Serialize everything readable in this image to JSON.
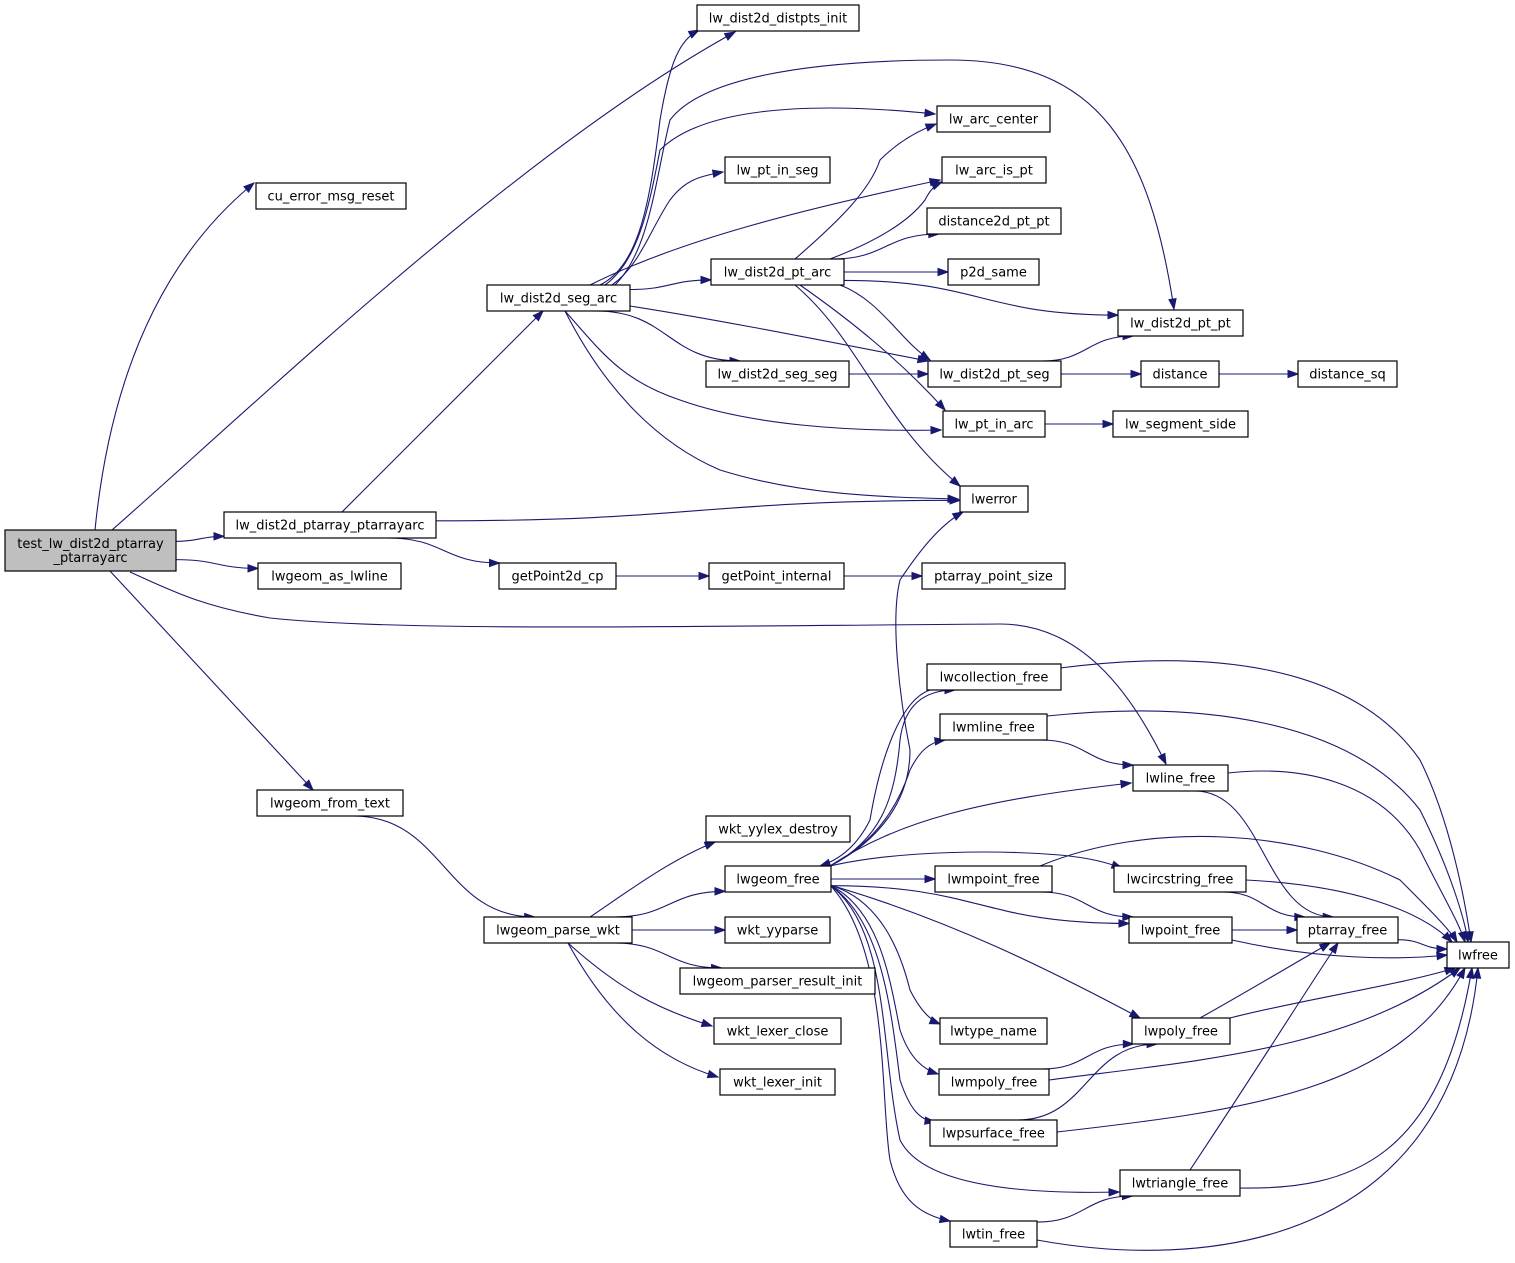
{
  "diagram": {
    "edge_color": "#191970",
    "root_fill": "#bfbfbf",
    "nodes": {
      "root": {
        "lines": [
          "test_lw_dist2d_ptarray",
          "_ptarrayarc"
        ]
      },
      "cu_error_msg_reset": {
        "lines": [
          "cu_error_msg_reset"
        ]
      },
      "lw_dist2d_distpts_init": {
        "lines": [
          "lw_dist2d_distpts_init"
        ]
      },
      "lw_dist2d_ptarray_ptarrayarc": {
        "lines": [
          "lw_dist2d_ptarray_ptarrayarc"
        ]
      },
      "lwgeom_as_lwline": {
        "lines": [
          "lwgeom_as_lwline"
        ]
      },
      "lwgeom_from_text": {
        "lines": [
          "lwgeom_from_text"
        ]
      },
      "lwline_free": {
        "lines": [
          "lwline_free"
        ]
      },
      "lw_dist2d_seg_arc": {
        "lines": [
          "lw_dist2d_seg_arc"
        ]
      },
      "lwerror": {
        "lines": [
          "lwerror"
        ]
      },
      "getPoint2d_cp": {
        "lines": [
          "getPoint2d_cp"
        ]
      },
      "lw_arc_center": {
        "lines": [
          "lw_arc_center"
        ]
      },
      "lw_pt_in_seg": {
        "lines": [
          "lw_pt_in_seg"
        ]
      },
      "lw_arc_is_pt": {
        "lines": [
          "lw_arc_is_pt"
        ]
      },
      "lw_dist2d_pt_arc": {
        "lines": [
          "lw_dist2d_pt_arc"
        ]
      },
      "distance2d_pt_pt": {
        "lines": [
          "distance2d_pt_pt"
        ]
      },
      "p2d_same": {
        "lines": [
          "p2d_same"
        ]
      },
      "lw_dist2d_pt_pt": {
        "lines": [
          "lw_dist2d_pt_pt"
        ]
      },
      "lw_dist2d_seg_seg": {
        "lines": [
          "lw_dist2d_seg_seg"
        ]
      },
      "lw_dist2d_pt_seg": {
        "lines": [
          "lw_dist2d_pt_seg"
        ]
      },
      "distance": {
        "lines": [
          "distance"
        ]
      },
      "distance_sq": {
        "lines": [
          "distance_sq"
        ]
      },
      "lw_pt_in_arc": {
        "lines": [
          "lw_pt_in_arc"
        ]
      },
      "lw_segment_side": {
        "lines": [
          "lw_segment_side"
        ]
      },
      "getPoint_internal": {
        "lines": [
          "getPoint_internal"
        ]
      },
      "ptarray_point_size": {
        "lines": [
          "ptarray_point_size"
        ]
      },
      "lwcollection_free": {
        "lines": [
          "lwcollection_free"
        ]
      },
      "lwmline_free": {
        "lines": [
          "lwmline_free"
        ]
      },
      "wkt_yylex_destroy": {
        "lines": [
          "wkt_yylex_destroy"
        ]
      },
      "lwgeom_free": {
        "lines": [
          "lwgeom_free"
        ]
      },
      "lwmpoint_free": {
        "lines": [
          "lwmpoint_free"
        ]
      },
      "lwcircstring_free": {
        "lines": [
          "lwcircstring_free"
        ]
      },
      "lwgeom_parse_wkt": {
        "lines": [
          "lwgeom_parse_wkt"
        ]
      },
      "wkt_yyparse": {
        "lines": [
          "wkt_yyparse"
        ]
      },
      "lwpoint_free": {
        "lines": [
          "lwpoint_free"
        ]
      },
      "ptarray_free": {
        "lines": [
          "ptarray_free"
        ]
      },
      "lwfree": {
        "lines": [
          "lwfree"
        ]
      },
      "lwgeom_parser_result_init": {
        "lines": [
          "lwgeom_parser_result_init"
        ]
      },
      "wkt_lexer_close": {
        "lines": [
          "wkt_lexer_close"
        ]
      },
      "lwtype_name": {
        "lines": [
          "lwtype_name"
        ]
      },
      "lwpoly_free": {
        "lines": [
          "lwpoly_free"
        ]
      },
      "wkt_lexer_init": {
        "lines": [
          "wkt_lexer_init"
        ]
      },
      "lwmpoly_free": {
        "lines": [
          "lwmpoly_free"
        ]
      },
      "lwpsurface_free": {
        "lines": [
          "lwpsurface_free"
        ]
      },
      "lwtriangle_free": {
        "lines": [
          "lwtriangle_free"
        ]
      },
      "lwtin_free": {
        "lines": [
          "lwtin_free"
        ]
      }
    },
    "edges": [
      [
        "root",
        "cu_error_msg_reset"
      ],
      [
        "root",
        "lw_dist2d_distpts_init"
      ],
      [
        "root",
        "lw_dist2d_ptarray_ptarrayarc"
      ],
      [
        "root",
        "lwgeom_as_lwline"
      ],
      [
        "root",
        "lwgeom_from_text"
      ],
      [
        "root",
        "lwline_free"
      ],
      [
        "lw_dist2d_ptarray_ptarrayarc",
        "lw_dist2d_seg_arc"
      ],
      [
        "lw_dist2d_ptarray_ptarrayarc",
        "lwerror"
      ],
      [
        "lw_dist2d_ptarray_ptarrayarc",
        "getPoint2d_cp"
      ],
      [
        "lw_dist2d_seg_arc",
        "lw_dist2d_distpts_init"
      ],
      [
        "lw_dist2d_seg_arc",
        "lw_arc_center"
      ],
      [
        "lw_dist2d_seg_arc",
        "lw_pt_in_seg"
      ],
      [
        "lw_dist2d_seg_arc",
        "lw_arc_is_pt"
      ],
      [
        "lw_dist2d_seg_arc",
        "lw_dist2d_pt_arc"
      ],
      [
        "lw_dist2d_seg_arc",
        "lw_dist2d_pt_pt"
      ],
      [
        "lw_dist2d_seg_arc",
        "lw_dist2d_seg_seg"
      ],
      [
        "lw_dist2d_seg_arc",
        "lw_dist2d_pt_seg"
      ],
      [
        "lw_dist2d_seg_arc",
        "lw_pt_in_arc"
      ],
      [
        "lw_dist2d_seg_arc",
        "lwerror"
      ],
      [
        "lw_dist2d_pt_arc",
        "lw_arc_center"
      ],
      [
        "lw_dist2d_pt_arc",
        "lw_arc_is_pt"
      ],
      [
        "lw_dist2d_pt_arc",
        "distance2d_pt_pt"
      ],
      [
        "lw_dist2d_pt_arc",
        "p2d_same"
      ],
      [
        "lw_dist2d_pt_arc",
        "lw_dist2d_pt_pt"
      ],
      [
        "lw_dist2d_pt_arc",
        "lw_dist2d_pt_seg"
      ],
      [
        "lw_dist2d_pt_arc",
        "lw_pt_in_arc"
      ],
      [
        "lw_dist2d_pt_arc",
        "lwerror"
      ],
      [
        "lw_dist2d_seg_seg",
        "lw_dist2d_pt_seg"
      ],
      [
        "lw_dist2d_pt_seg",
        "lw_dist2d_pt_pt"
      ],
      [
        "lw_dist2d_pt_seg",
        "distance"
      ],
      [
        "distance",
        "distance_sq"
      ],
      [
        "lw_pt_in_arc",
        "lw_segment_side"
      ],
      [
        "getPoint2d_cp",
        "getPoint_internal"
      ],
      [
        "getPoint_internal",
        "ptarray_point_size"
      ],
      [
        "lwgeom_from_text",
        "lwgeom_parse_wkt"
      ],
      [
        "lwgeom_parse_wkt",
        "wkt_yylex_destroy"
      ],
      [
        "lwgeom_parse_wkt",
        "lwgeom_free"
      ],
      [
        "lwgeom_parse_wkt",
        "wkt_yyparse"
      ],
      [
        "lwgeom_parse_wkt",
        "lwgeom_parser_result_init"
      ],
      [
        "lwgeom_parse_wkt",
        "wkt_lexer_close"
      ],
      [
        "lwgeom_parse_wkt",
        "wkt_lexer_init"
      ],
      [
        "lwgeom_free",
        "lwerror"
      ],
      [
        "lwgeom_free",
        "lwcollection_free"
      ],
      [
        "lwgeom_free",
        "lwmline_free"
      ],
      [
        "lwgeom_free",
        "lwline_free"
      ],
      [
        "lwgeom_free",
        "lwcircstring_free"
      ],
      [
        "lwgeom_free",
        "lwmpoint_free"
      ],
      [
        "lwgeom_free",
        "lwpoint_free"
      ],
      [
        "lwgeom_free",
        "lwpoly_free"
      ],
      [
        "lwgeom_free",
        "lwtype_name"
      ],
      [
        "lwgeom_free",
        "lwmpoly_free"
      ],
      [
        "lwgeom_free",
        "lwpsurface_free"
      ],
      [
        "lwgeom_free",
        "lwtriangle_free"
      ],
      [
        "lwgeom_free",
        "lwtin_free"
      ],
      [
        "lwcollection_free",
        "lwgeom_free"
      ],
      [
        "lwcollection_free",
        "lwfree"
      ],
      [
        "lwmline_free",
        "lwline_free"
      ],
      [
        "lwmline_free",
        "lwfree"
      ],
      [
        "lwline_free",
        "ptarray_free"
      ],
      [
        "lwline_free",
        "lwfree"
      ],
      [
        "lwmpoint_free",
        "lwpoint_free"
      ],
      [
        "lwmpoint_free",
        "lwfree"
      ],
      [
        "lwcircstring_free",
        "ptarray_free"
      ],
      [
        "lwcircstring_free",
        "lwfree"
      ],
      [
        "lwpoint_free",
        "ptarray_free"
      ],
      [
        "lwpoint_free",
        "lwfree"
      ],
      [
        "ptarray_free",
        "lwfree"
      ],
      [
        "lwpoly_free",
        "ptarray_free"
      ],
      [
        "lwpoly_free",
        "lwfree"
      ],
      [
        "lwmpoly_free",
        "lwpoly_free"
      ],
      [
        "lwmpoly_free",
        "lwfree"
      ],
      [
        "lwpsurface_free",
        "lwpoly_free"
      ],
      [
        "lwpsurface_free",
        "lwfree"
      ],
      [
        "lwtriangle_free",
        "ptarray_free"
      ],
      [
        "lwtriangle_free",
        "lwfree"
      ],
      [
        "lwtin_free",
        "lwtriangle_free"
      ],
      [
        "lwtin_free",
        "lwfree"
      ]
    ]
  }
}
